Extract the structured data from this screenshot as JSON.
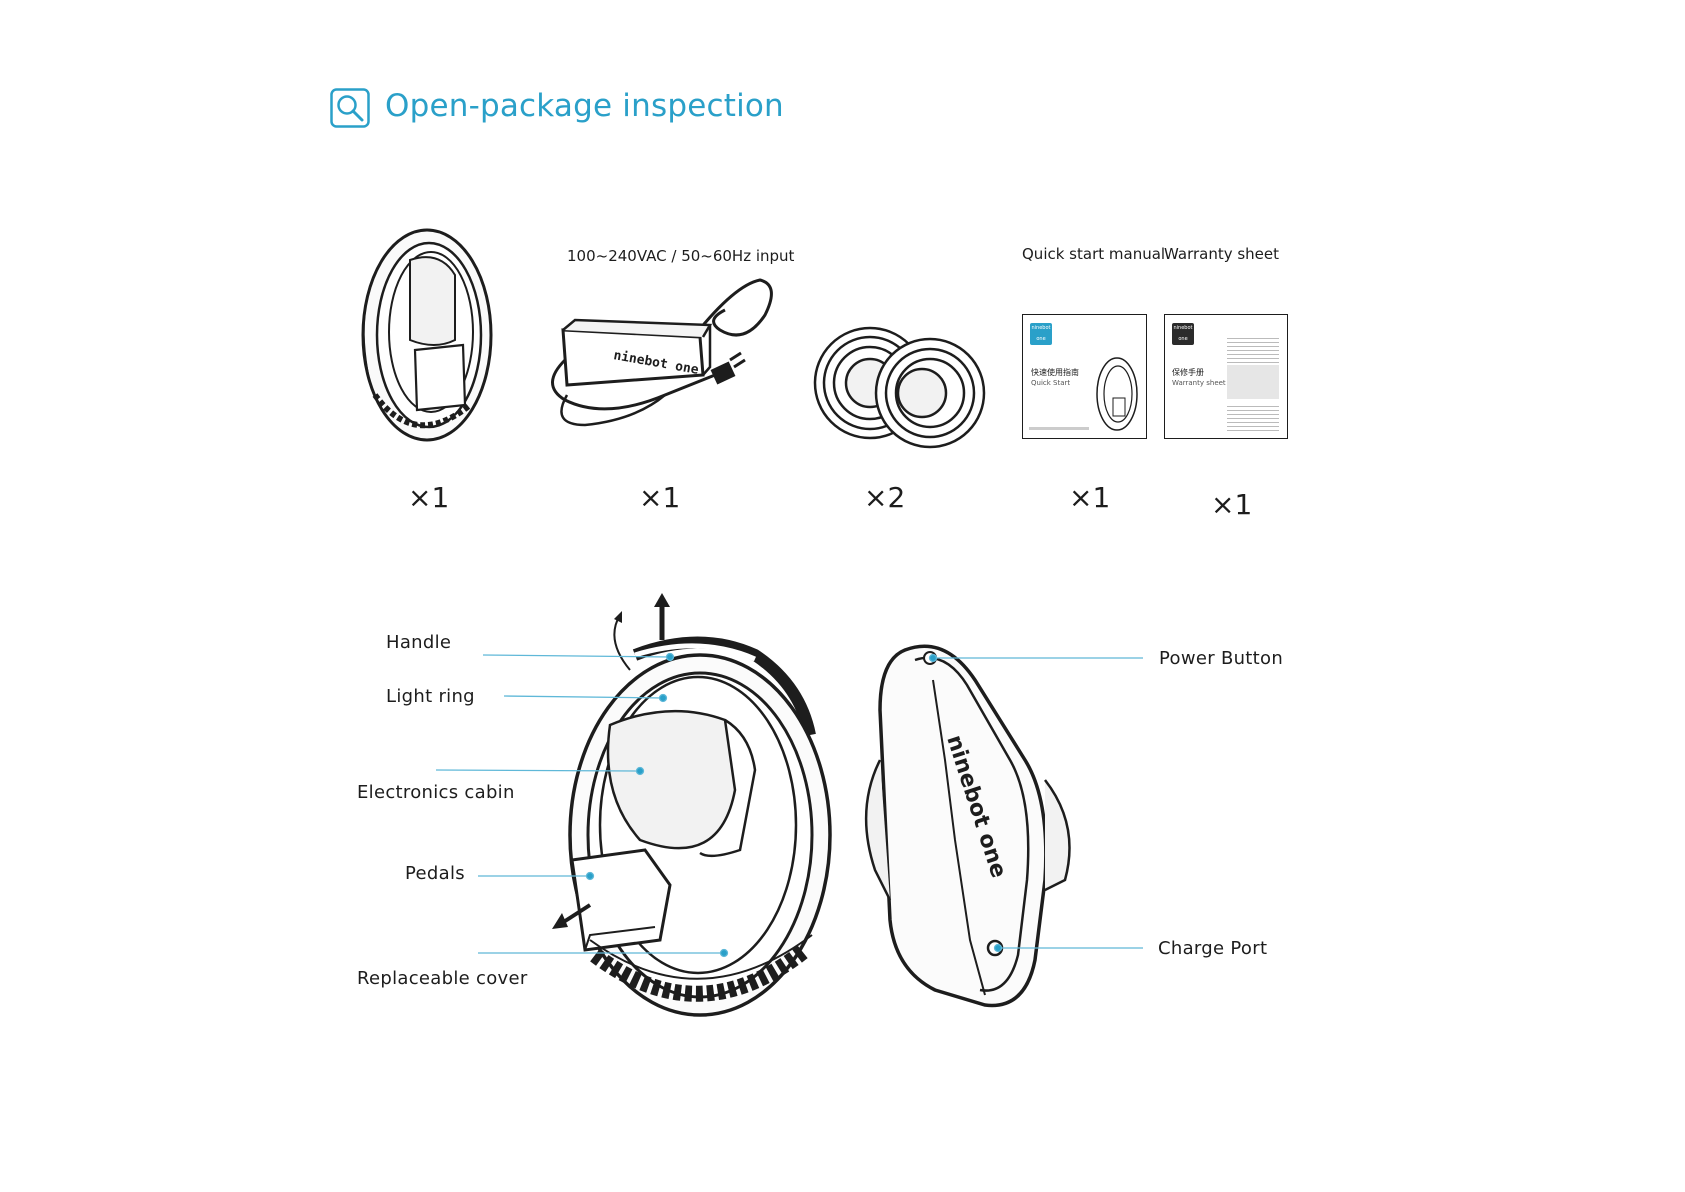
{
  "header": {
    "title": "Open-package inspection"
  },
  "contents": {
    "adapter_label": "100~240VAC / 50~60Hz input",
    "manual_label": "Quick start manual",
    "warranty_label": "Warranty sheet",
    "quantities": [
      "×1",
      "×1",
      "×2",
      "×1",
      "×1"
    ]
  },
  "brand": {
    "adapter_logo": "ninebot one",
    "manual_logo": "ninebot one",
    "warranty_logo": "ninebot one",
    "side_logo": "ninebot one"
  },
  "manual_cover": {
    "title_zh": "快速使用指南",
    "title_en": "Quick Start"
  },
  "warranty_cover": {
    "title_zh": "保修手册",
    "title_en": "Warranty sheet"
  },
  "callouts": {
    "handle": "Handle",
    "light_ring": "Light ring",
    "electronics_cabin": "Electronics cabin",
    "pedals": "Pedals",
    "replaceable_cover": "Replaceable cover",
    "power_button": "Power Button",
    "charge_port": "Charge Port"
  },
  "colors": {
    "accent": "#2aa0c9",
    "line": "#1d1d1d",
    "leader": "#5fb8d8"
  }
}
